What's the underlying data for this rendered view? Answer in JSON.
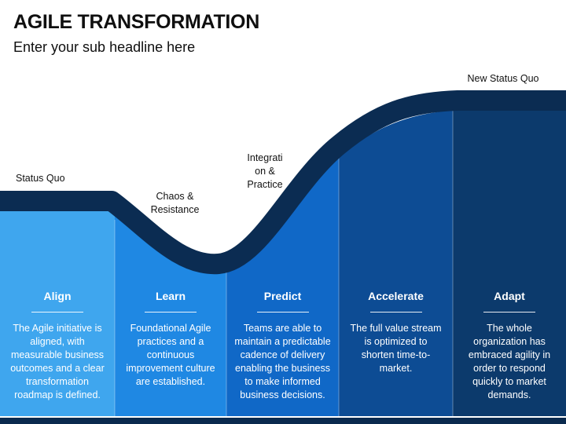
{
  "header": {
    "title": "AGILE TRANSFORMATION",
    "subtitle": "Enter your sub headline here"
  },
  "curve_labels": {
    "status_quo": "Status Quo",
    "chaos_line1": "Chaos &",
    "chaos_line2": "Resistance",
    "integration_line1": "Integrati",
    "integration_line2": "on &",
    "integration_line3": "Practice",
    "new_status_quo": "New Status Quo"
  },
  "stages": [
    {
      "title": "Align",
      "desc": "The Agile initiative is aligned, with measurable business outcomes and a clear transformation roadmap is defined.",
      "color": "#3fa6ee"
    },
    {
      "title": "Learn",
      "desc": "Foundational Agile practices and a continuous improvement culture are established.",
      "color": "#1f88e3"
    },
    {
      "title": "Predict",
      "desc": "Teams are able to maintain a predictable cadence of delivery enabling the business to make informed business decisions.",
      "color": "#1068c7"
    },
    {
      "title": "Accelerate",
      "desc": "The full value stream is optimized to shorten time-to-market.",
      "color": "#0d4c94"
    },
    {
      "title": "Adapt",
      "desc": "The whole organization has embraced agility in order to respond quickly to market demands.",
      "color": "#0c3a6c"
    }
  ],
  "colors": {
    "curve": "#0b2c52",
    "bottom_bar": "#0a2a4e"
  }
}
